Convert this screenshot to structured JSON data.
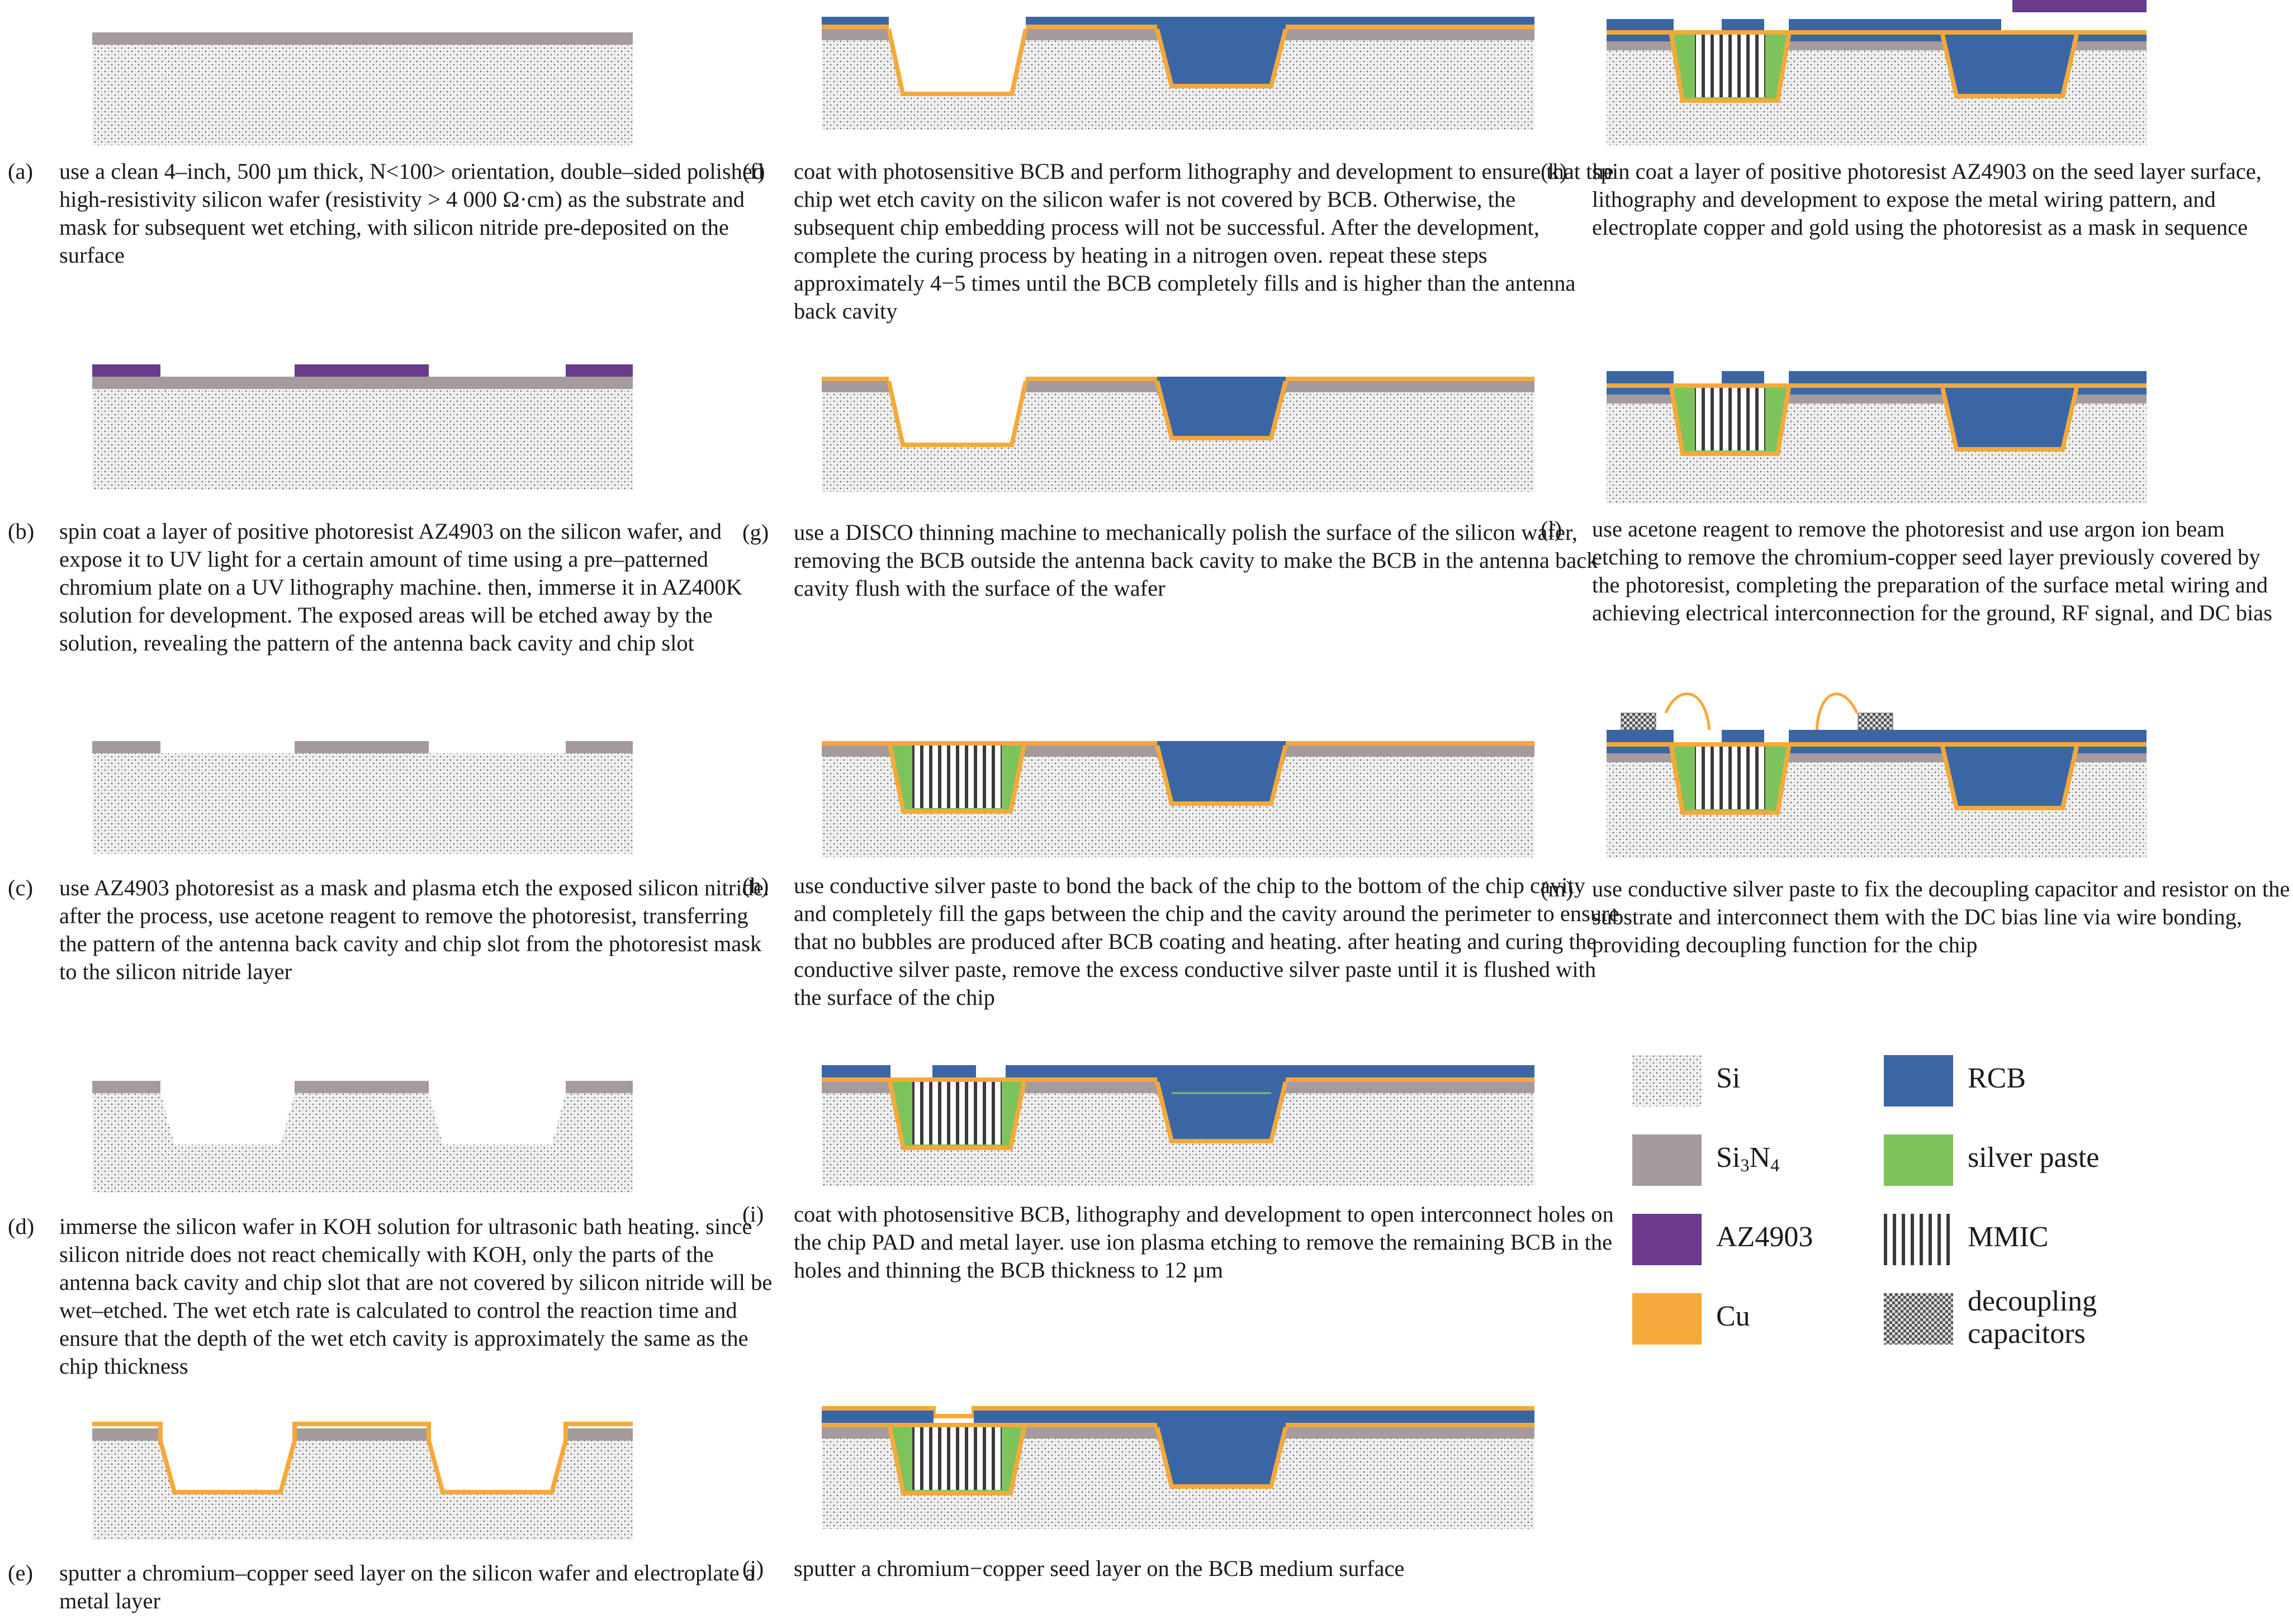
{
  "colors": {
    "si_bg": "#f1f1f1",
    "si_dot": "#6f6f6f",
    "si3n4": "#a59b9c",
    "az4903": "#6b3a8c",
    "cu": "#f5a93a",
    "bcb": "#3b66a6",
    "silver_paste": "#7cc35b",
    "mmic_stripe": "#3a3a3a",
    "cap_check": "#555555"
  },
  "steps": [
    {
      "label": "(a)",
      "text": "use a clean 4–inch, 500 µm thick, N<100> orientation, double–sided polished high-resistivity silicon wafer (resistivity > 4 000 Ω·cm) as the substrate and mask for subsequent wet etching, with silicon nitride pre-deposited on the surface"
    },
    {
      "label": "(b)",
      "text": "spin coat a layer of positive photoresist AZ4903 on the silicon wafer, and expose it to UV light for a certain amount of time using a pre–patterned chromium plate on a UV lithography machine. then, immerse it in AZ400K solution for development. The exposed areas will be etched away by the solution, revealing the pattern of the antenna back cavity and chip slot"
    },
    {
      "label": "(c)",
      "text": "use AZ4903 photoresist as a mask and plasma etch the exposed silicon nitride. after the process, use acetone reagent to remove the photoresist, transferring the pattern of the antenna back cavity and chip slot from the photoresist mask to the silicon nitride layer"
    },
    {
      "label": "(d)",
      "text": "immerse the silicon wafer in KOH solution for ultrasonic bath heating. since silicon nitride does not react chemically with KOH, only the parts of the antenna back cavity and chip slot that are not covered by silicon nitride will be wet–etched. The wet etch rate is calculated to control the reaction time and ensure that the depth of the wet etch cavity is approximately the same as the chip thickness"
    },
    {
      "label": "(e)",
      "text": "sputter a chromium–copper seed layer on the silicon wafer and electroplate a metal layer"
    },
    {
      "label": "(f)",
      "text": "coat with photosensitive BCB and perform lithography and development to ensure that the chip wet etch cavity on the silicon wafer is not covered by BCB. Otherwise, the subsequent chip embedding process will not be successful. After the development, complete the curing process by heating in a nitrogen oven. repeat these steps approximately 4−5 times until the BCB completely fills and is higher than the antenna back cavity"
    },
    {
      "label": "(g)",
      "text": "use a DISCO thinning machine to mechanically polish the surface of the silicon wafer, removing the BCB outside the antenna back cavity to make the BCB in the antenna back cavity flush with the surface of the wafer"
    },
    {
      "label": "(h)",
      "text": "use conductive silver paste to bond the back of the chip to the bottom of the chip cavity and completely fill the gaps between the chip and the cavity around the perimeter to ensure that no bubbles are produced after BCB coating and heating. after heating and curing the conductive silver paste, remove the excess conductive silver paste until it is flushed with the surface of the chip"
    },
    {
      "label": "(i)",
      "text": "coat with photosensitive BCB, lithography and development to open interconnect holes on the chip PAD and metal layer. use ion plasma etching to remove the remaining BCB in the holes and thinning the BCB thickness to 12 µm"
    },
    {
      "label": "(j)",
      "text": "sputter a chromium−copper seed layer on the BCB medium surface"
    },
    {
      "label": "(k)",
      "text": "spin coat a layer of positive photoresist AZ4903 on the seed layer surface, lithography and development to expose the metal wiring pattern, and electroplate copper and gold using the photoresist as a mask in sequence"
    },
    {
      "label": "(l)",
      "text": "use acetone reagent to remove the photoresist and use argon ion beam etching to remove the chromium-copper seed layer previously covered by the photoresist, completing the preparation of the surface metal wiring and achieving electrical interconnection for the ground, RF signal, and DC bias"
    },
    {
      "label": "(m)",
      "text": "use conductive silver paste to fix the decoupling capacitor and resistor on the substrate and interconnect them with the DC bias line via wire bonding, providing decoupling function for the chip"
    }
  ],
  "legend": [
    {
      "key": "si",
      "label": "Si"
    },
    {
      "key": "si3n4",
      "label_main": "Si",
      "label_sub1": "3",
      "label_mid": "N",
      "label_sub2": "4"
    },
    {
      "key": "az4903",
      "label": "AZ4903"
    },
    {
      "key": "cu",
      "label": "Cu"
    },
    {
      "key": "bcb",
      "label": "RCB"
    },
    {
      "key": "silver_paste",
      "label": "silver paste"
    },
    {
      "key": "mmic",
      "label": "MMIC"
    },
    {
      "key": "caps",
      "label_line1": "decoupling",
      "label_line2": "capacitors"
    }
  ]
}
